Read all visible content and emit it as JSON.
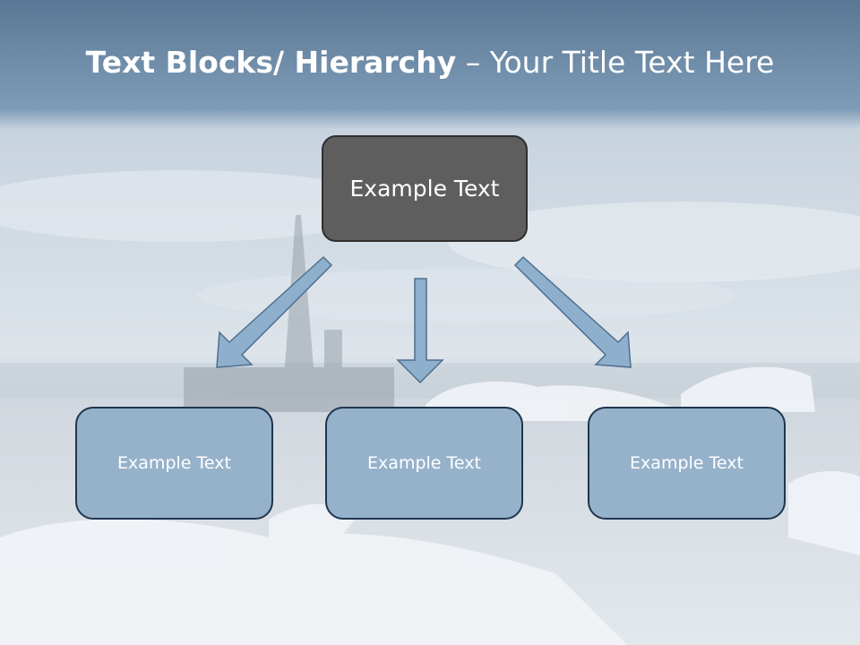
{
  "slide": {
    "title_bold": "Text Blocks/ Hierarchy",
    "title_separator": " – ",
    "title_rest": "Your Title Text Here",
    "top_box": "Example Text",
    "children": [
      "Example Text",
      "Example Text",
      "Example Text"
    ]
  },
  "colors": {
    "header_band": "#6b8aa8",
    "top_box_fill": "#5e5e5e",
    "child_box_fill": "#96b2cb",
    "child_box_border": "#1f3550",
    "arrow_fill": "#8fb0cc",
    "arrow_stroke": "#4f6f8f"
  }
}
